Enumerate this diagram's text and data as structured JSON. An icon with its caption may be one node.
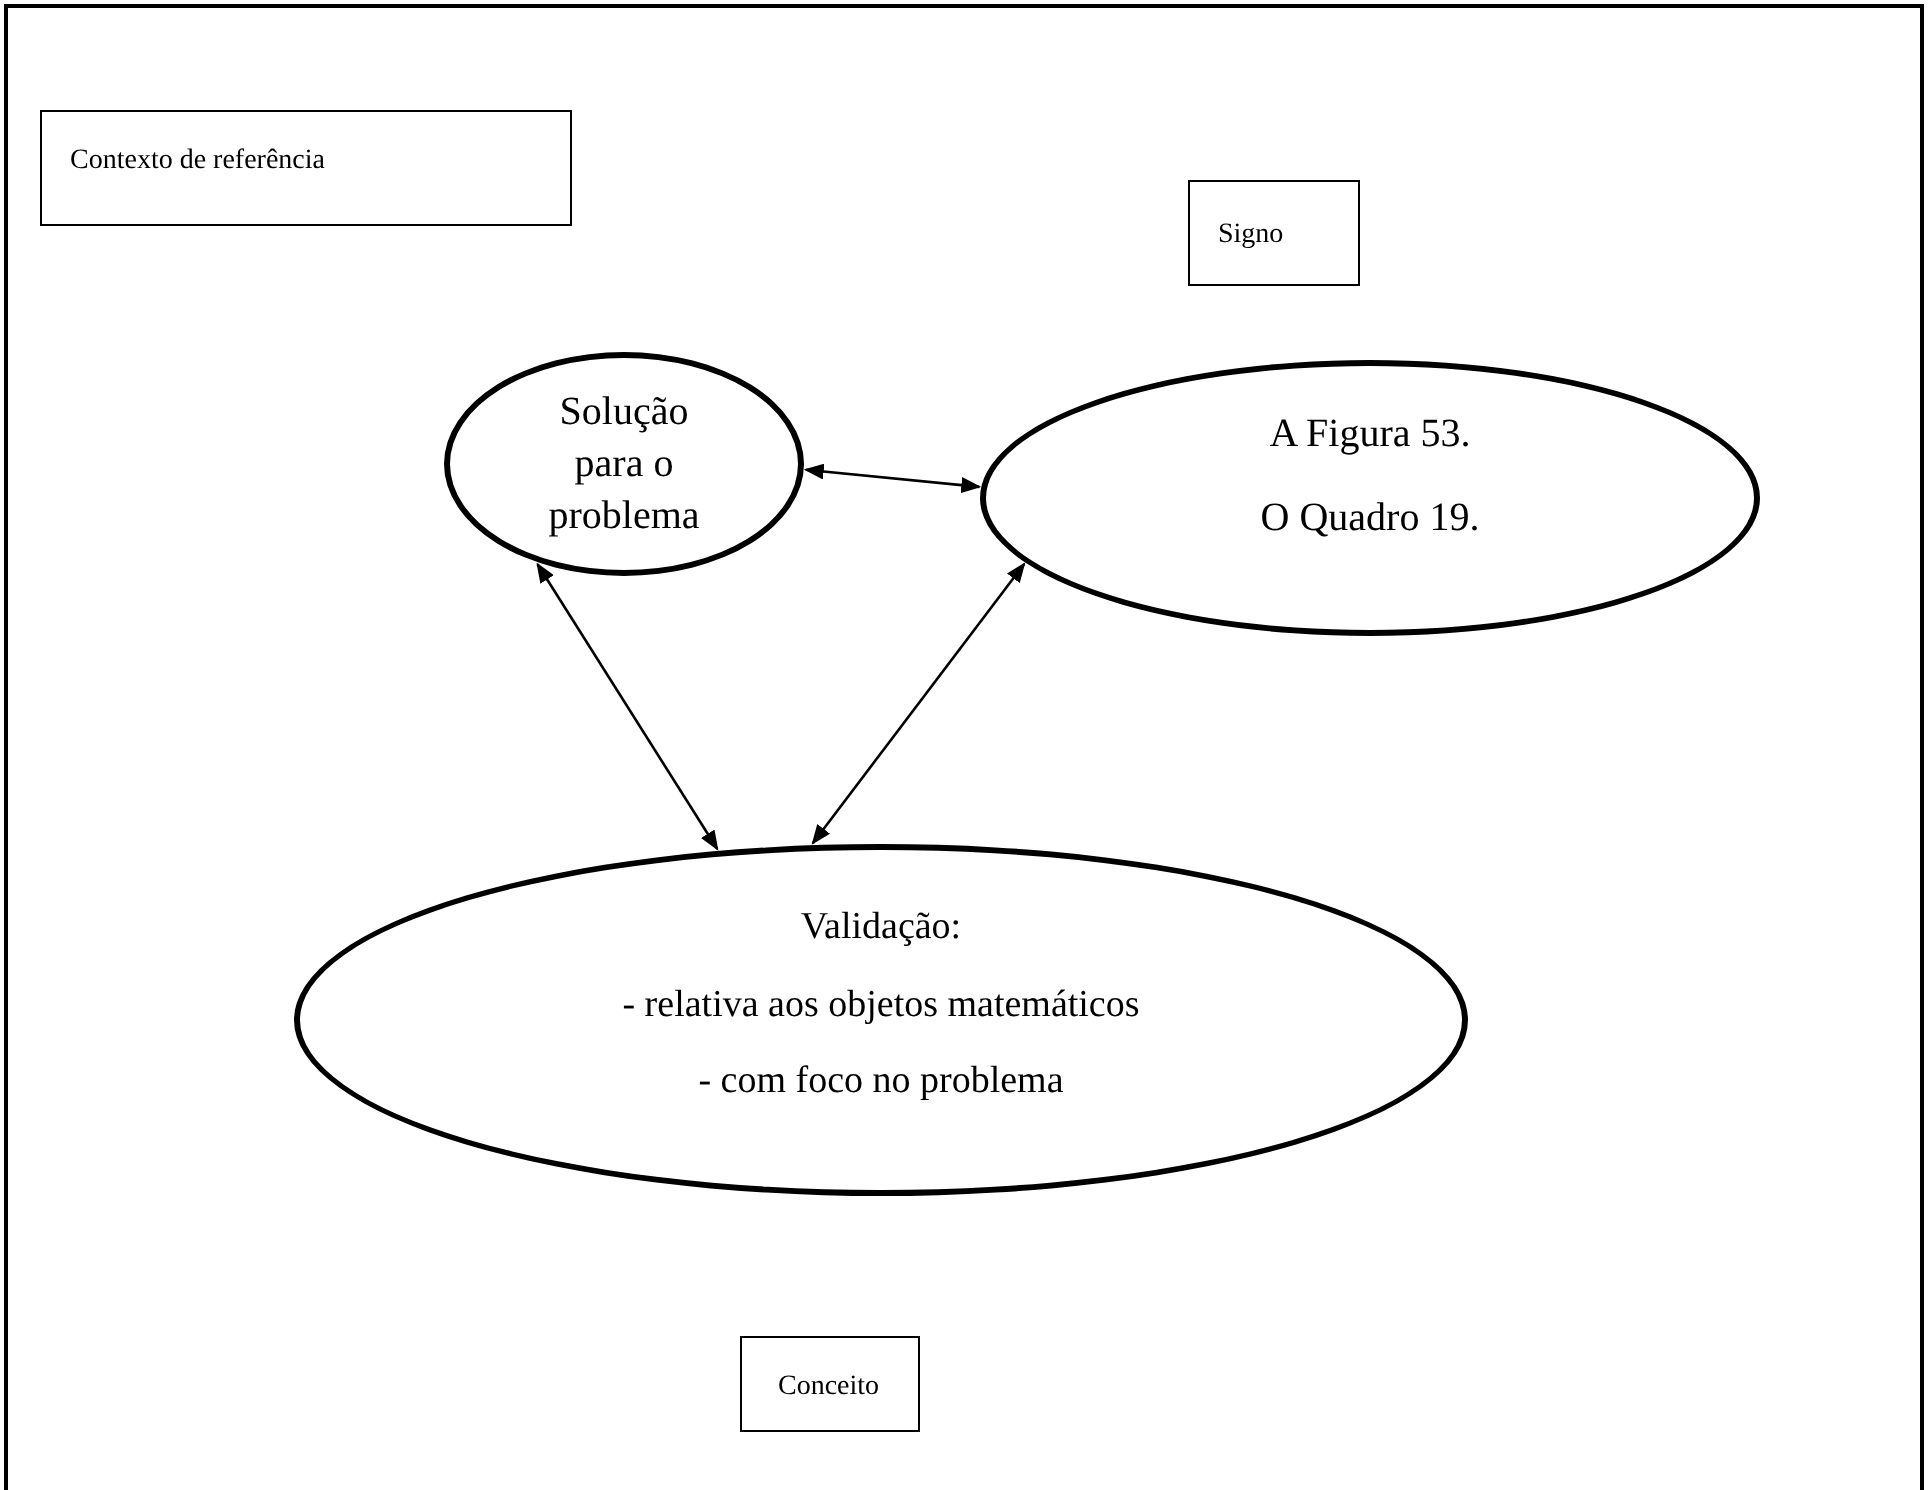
{
  "diagram": {
    "nodes": [
      {
        "text": [
          "Contexto de referência"
        ]
      },
      {
        "text": [
          "Signo"
        ]
      },
      {
        "text": [
          "Solução para o problema"
        ]
      },
      {
        "text": [
          "A Figura 53.",
          "O Quadro 19."
        ]
      },
      {
        "text": [
          "Validação:",
          "- relativa aos objetos matemáticos",
          "- com foco no problema"
        ]
      },
      {
        "text": [
          "Conceito"
        ]
      }
    ],
    "edges": [
      {
        "from": 2,
        "to": 3,
        "arrow": "both"
      },
      {
        "from": 2,
        "to": 4,
        "arrow": "both"
      },
      {
        "from": 3,
        "to": 4,
        "arrow": "both"
      }
    ]
  }
}
